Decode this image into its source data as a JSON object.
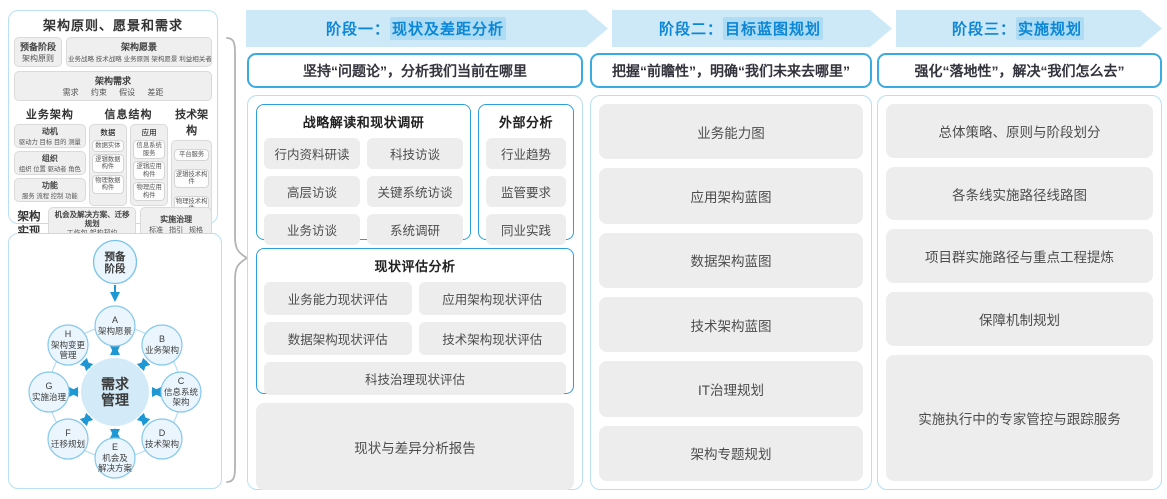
{
  "colors": {
    "accent_blue": "#1e98d5",
    "banner_bg": "#cde9f8",
    "banner_text": "#0c86d6",
    "panel_border": "#b9dff2",
    "inner_blue_border": "#2d9ed9",
    "gray_box": "#ededed"
  },
  "left_top": {
    "title": "架构原则、愿景和需求",
    "prep": {
      "title": "预备阶段",
      "sub": "架构原则"
    },
    "vision": {
      "title": "架构愿景",
      "sub": "业务战略 技术战略 业务原则 架构愿景 利益相关者"
    },
    "requirement": {
      "title": "架构需求",
      "sub": "需求 约束 假设 差距"
    },
    "business": {
      "title": "业务架构",
      "boxes": [
        {
          "title": "动机",
          "sub": "驱动力 目标 目的 测量"
        },
        {
          "title": "组织",
          "sub": "组织 位置 驱动者 角色"
        },
        {
          "title": "功能",
          "sub": "服务 流程 控制 功能"
        }
      ]
    },
    "info": {
      "title": "信息结构",
      "cols": [
        {
          "title": "数据",
          "items": [
            "数据实体",
            "逻辑数据构件",
            "物理数据构件"
          ]
        },
        {
          "title": "应用",
          "items": [
            "信息系统服务",
            "逻辑应用构件",
            "物理应用构件"
          ]
        }
      ]
    },
    "tech": {
      "title": "技术架构",
      "items": [
        "平台服务",
        "逻辑技术构件",
        "物理技术构件"
      ]
    },
    "impl": {
      "label": "架构实现",
      "boxes": [
        {
          "title": "机会及解决方案、迁移规划",
          "sub": "工作包 架构契约"
        },
        {
          "title": "实施治理",
          "sub": "标准 指引 规格"
        }
      ]
    }
  },
  "adm": {
    "prep_l1": "预备",
    "prep_l2": "阶段",
    "center_l1": "需求",
    "center_l2": "管理",
    "nodes": [
      {
        "letter": "A",
        "l1": "架构愿景"
      },
      {
        "letter": "B",
        "l1": "业务架构"
      },
      {
        "letter": "C",
        "l1": "信息系统",
        "l2": "架构"
      },
      {
        "letter": "D",
        "l1": "技术架构"
      },
      {
        "letter": "E",
        "l1": "机会及",
        "l2": "解决方案"
      },
      {
        "letter": "F",
        "l1": "迁移规划"
      },
      {
        "letter": "G",
        "l1": "实施治理"
      },
      {
        "letter": "H",
        "l1": "架构变更",
        "l2": "管理"
      }
    ]
  },
  "phase1": {
    "banner_prefix": "阶段一：",
    "banner_name": "现状及差距分析",
    "subtitle": "坚持“问题论”，分析我们当前在哪里",
    "strategy": {
      "title": "战略解读和现状调研",
      "items": [
        "行内资料研读",
        "科技访谈",
        "高层访谈",
        "关键系统访谈",
        "业务访谈",
        "系统调研"
      ]
    },
    "external": {
      "title": "外部分析",
      "items": [
        "行业趋势",
        "监管要求",
        "同业实践"
      ]
    },
    "assessment": {
      "title": "现状评估分析",
      "items": [
        "业务能力现状评估",
        "应用架构现状评估",
        "数据架构现状评估",
        "技术架构现状评估",
        "科技治理现状评估"
      ]
    },
    "report": "现状与差异分析报告"
  },
  "phase2": {
    "banner_prefix": "阶段二：",
    "banner_name": "目标蓝图规划",
    "subtitle": "把握“前瞻性”，明确“我们未来去哪里”",
    "items": [
      "业务能力图",
      "应用架构蓝图",
      "数据架构蓝图",
      "技术架构蓝图",
      "IT治理规划",
      "架构专题规划"
    ]
  },
  "phase3": {
    "banner_prefix": "阶段三：",
    "banner_name": "实施规划",
    "subtitle": "强化“落地性”，解决“我们怎么去”",
    "items": [
      "总体策略、原则与阶段划分",
      "各条线实施路径线路图",
      "项目群实施路径与重点工程提炼",
      "保障机制规划",
      "实施执行中的专家管控与跟踪服务"
    ]
  }
}
